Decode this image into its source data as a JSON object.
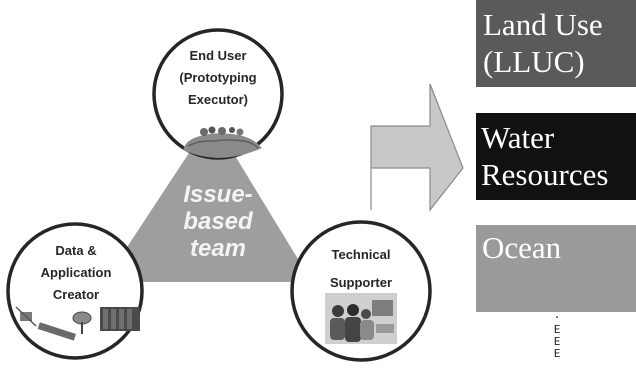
{
  "triangle": {
    "label_lines": [
      "Issue-",
      "based",
      "team"
    ]
  },
  "roles": {
    "end_user": {
      "lines": [
        "End User",
        "(Prototyping",
        "Executor)"
      ]
    },
    "data_creator": {
      "lines": [
        "Data &",
        "Application",
        "Creator"
      ]
    },
    "technical_supporter": {
      "lines": [
        "Technical",
        "Supporter"
      ]
    }
  },
  "domains": [
    {
      "lines": [
        "Land Use",
        "(LLUC)"
      ],
      "color": "#5a5a5a"
    },
    {
      "lines": [
        "Water",
        "Resources"
      ],
      "color": "#111111"
    },
    {
      "lines": [
        "Ocean"
      ],
      "color": "#9a9a9a"
    }
  ],
  "more_indicator": [
    "·",
    "E",
    "E",
    "E"
  ],
  "colors": {
    "triangle": "#9e9e9e",
    "arrow": "#c8c8c8",
    "circle_stroke": "#262626"
  }
}
